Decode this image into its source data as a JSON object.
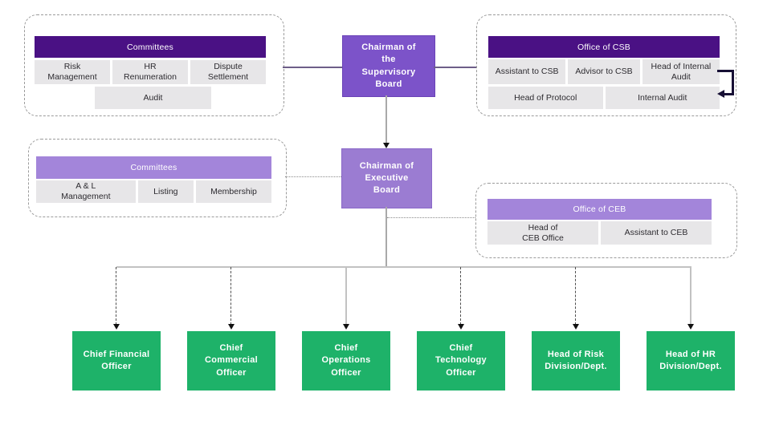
{
  "title": "Organizational chart",
  "colors": {
    "dark_purple": "#4a1184",
    "supervisory_purple": "#7c53c9",
    "executive_purple": "#9b7cd2",
    "light_purple_header": "#a385da",
    "cell_gray": "#e7e6e8",
    "exec_green": "#1eb269"
  },
  "nodes": {
    "chairman_supervisory": "Chairman of\nthe\nSupervisory\nBoard",
    "chairman_executive": "Chairman of\nExecutive\nBoard"
  },
  "groups": {
    "committees_sb": {
      "title": "Committees",
      "row1": [
        "Risk\nManagement",
        "HR\nRenumeration",
        "Dispute\nSettlement"
      ],
      "row2": [
        "Audit"
      ]
    },
    "office_csb": {
      "title": "Office of CSB",
      "row1": [
        "Assistant to CSB",
        "Advisor to CSB",
        "Head of Internal\nAudit"
      ],
      "row2": [
        "Head of Protocol",
        "Internal Audit"
      ]
    },
    "committees_eb": {
      "title": "Committees",
      "row1": [
        "A & L\nManagement",
        "Listing",
        "Membership"
      ]
    },
    "office_ceb": {
      "title": "Office of CEB",
      "row1": [
        "Head of\nCEB Office",
        "Assistant to CEB"
      ]
    }
  },
  "executives": [
    "Chief Financial\nOfficer",
    "Chief\nCommercial\nOfficer",
    "Chief\nOperations\nOfficer",
    "Chief\nTechnology\nOfficer",
    "Head of Risk\nDivision/Dept.",
    "Head of HR\nDivision/Dept."
  ]
}
